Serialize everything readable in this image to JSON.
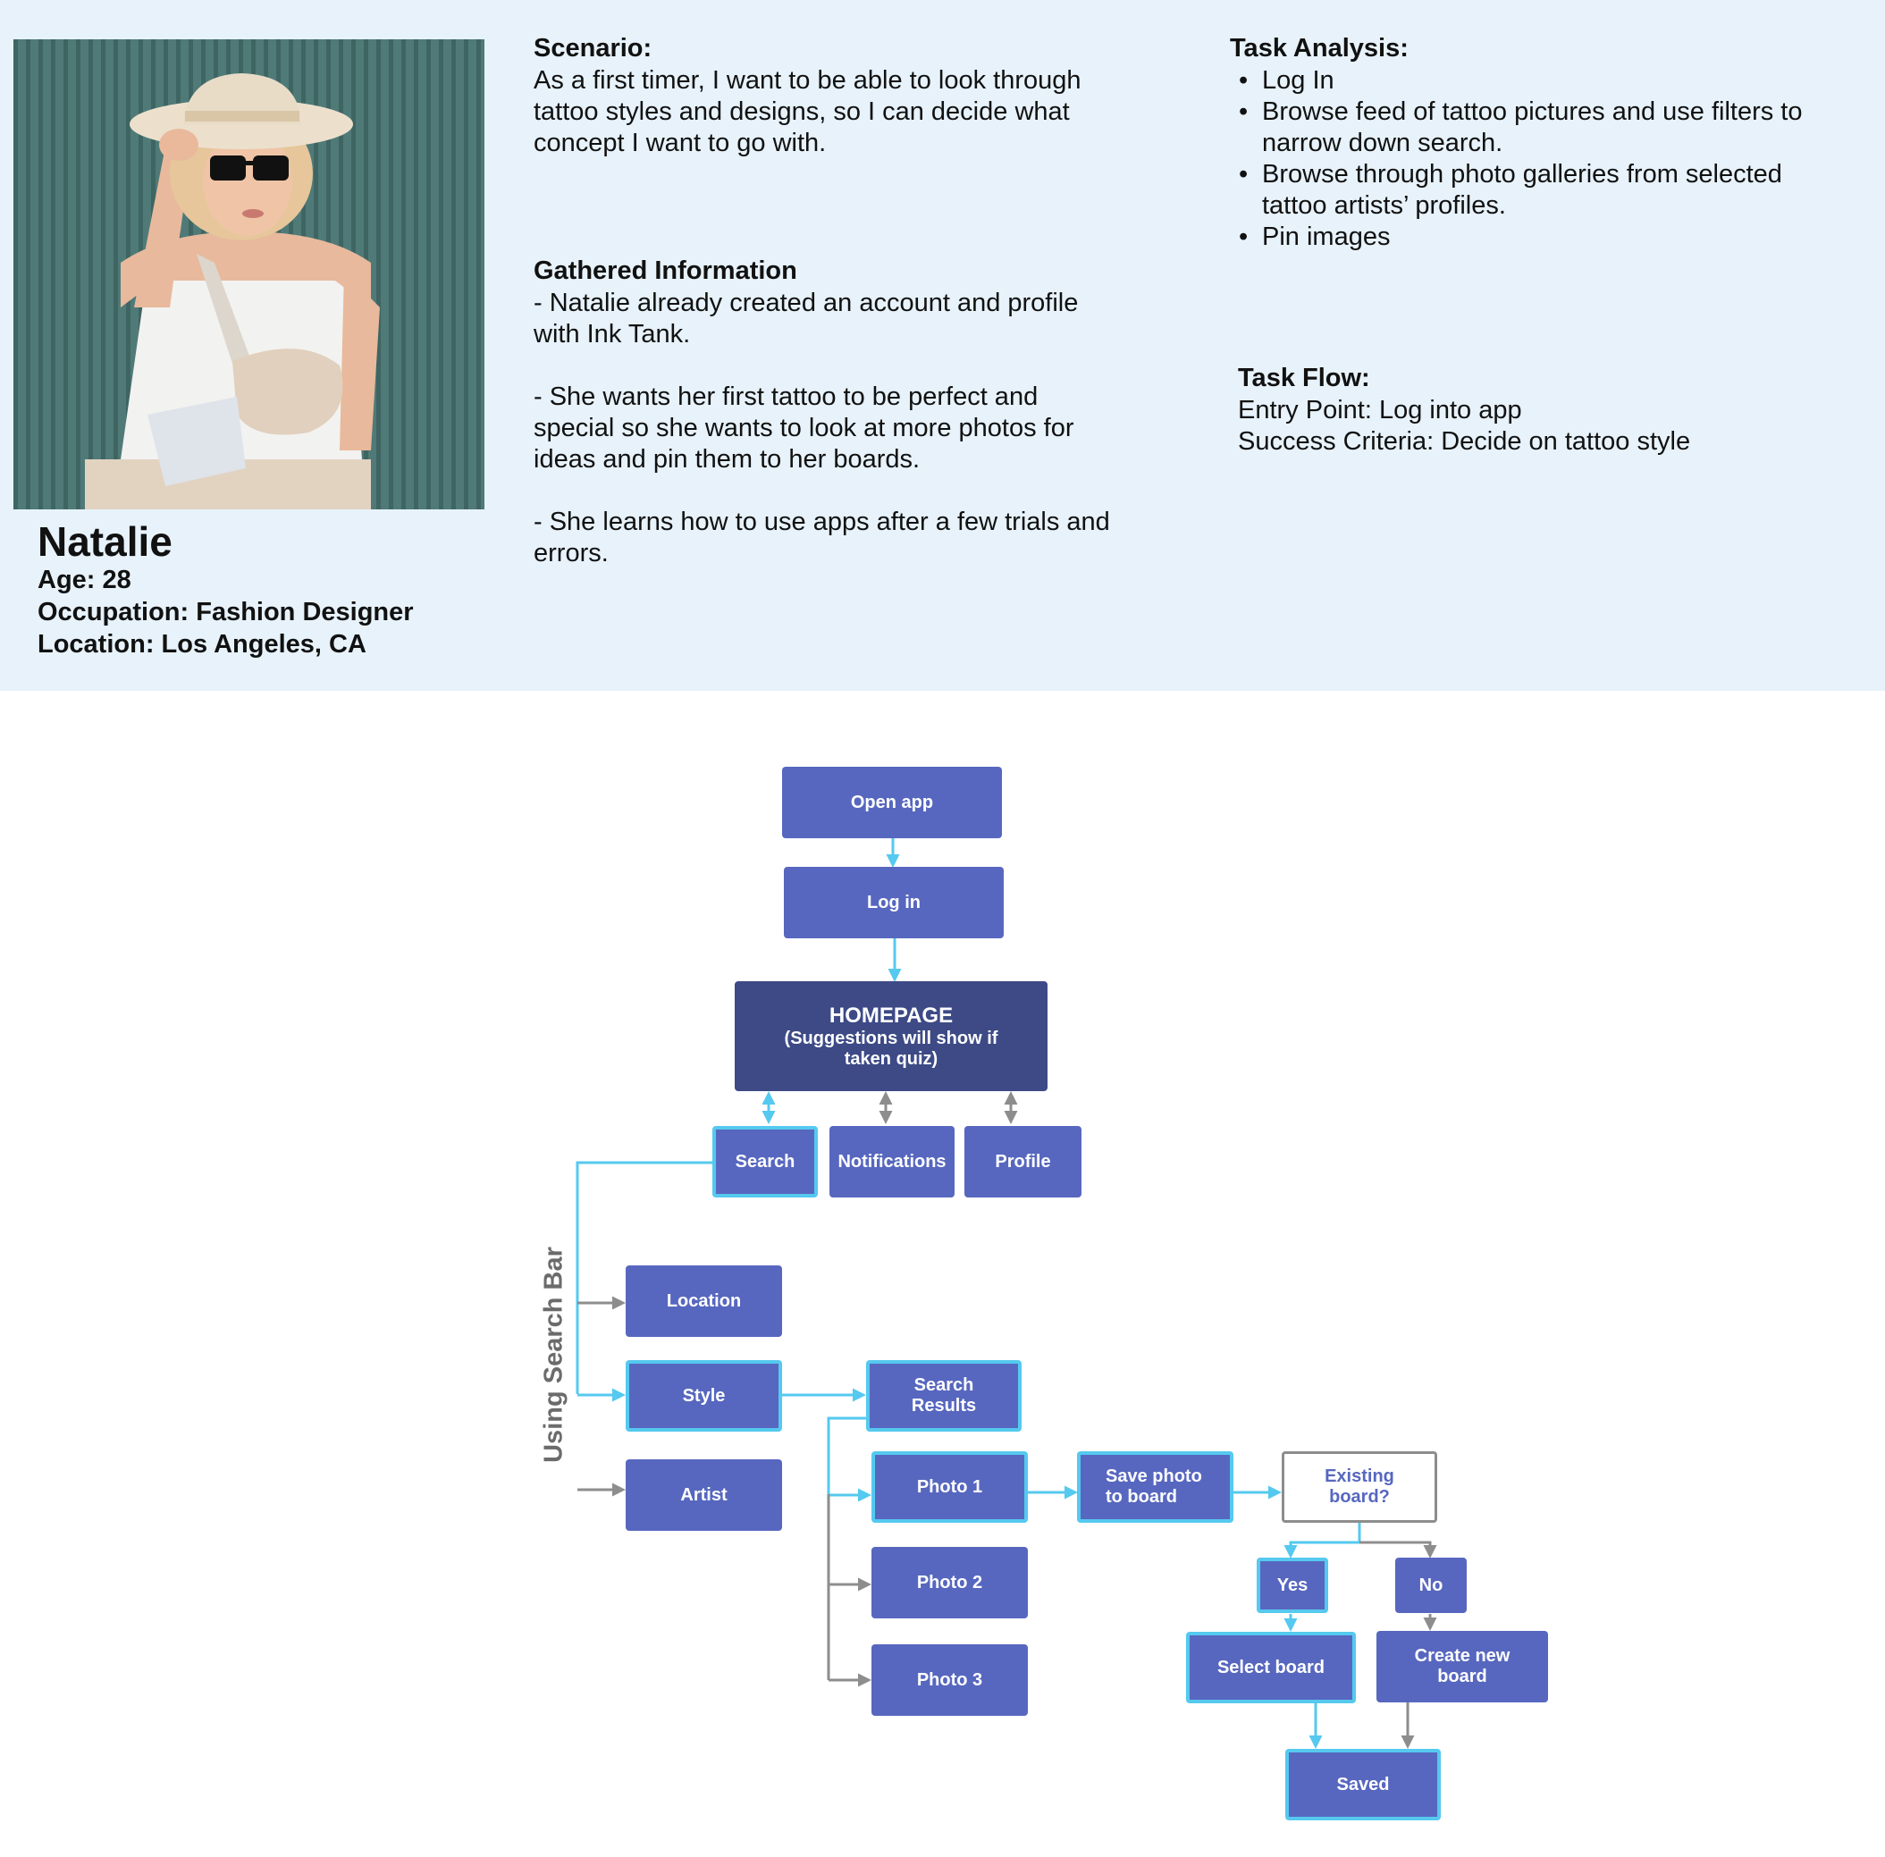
{
  "persona": {
    "name": "Natalie",
    "age": "Age: 28",
    "occupation": "Occupation: Fashion Designer",
    "location": "Location: Los Angeles, CA"
  },
  "scenario": {
    "heading": "Scenario:",
    "lines": [
      "As a first timer, I want to be able to look through",
      "tattoo styles and designs, so I can decide what",
      "concept I want to go with."
    ]
  },
  "gathered": {
    "heading": "Gathered Information",
    "items": [
      [
        "- Natalie already created an account and profile",
        "with Ink Tank."
      ],
      [
        "- She wants her first tattoo to be perfect and",
        "special so she wants to look at more photos for",
        "ideas and pin them to her boards."
      ],
      [
        "- She learns how to use apps after a few trials and",
        "errors."
      ]
    ]
  },
  "task_analysis": {
    "heading": "Task Analysis:",
    "items": [
      [
        "Log In"
      ],
      [
        "Browse feed of tattoo pictures and use filters to",
        "narrow down search."
      ],
      [
        "Browse through photo galleries from selected",
        "tattoo artists’ profiles."
      ],
      [
        "Pin images"
      ]
    ]
  },
  "task_flow": {
    "heading": "Task Flow:",
    "entry_point": "Entry Point: Log into app",
    "success_criteria": "Success Criteria: Decide on tattoo style"
  },
  "flow": {
    "open_app": "Open app",
    "log_in": "Log in",
    "homepage_title": "HOMEPAGE",
    "homepage_sub": [
      "(Suggestions will show if",
      "taken quiz)"
    ],
    "search": "Search",
    "notifications": "Notifications",
    "profile": "Profile",
    "using_search_bar": "Using Search Bar",
    "location": "Location",
    "style": "Style",
    "artist": "Artist",
    "search_results": [
      "Search",
      "Results"
    ],
    "photo_1": "Photo 1",
    "photo_2": "Photo 2",
    "photo_3": "Photo 3",
    "save_photo": [
      "Save photo",
      "to board"
    ],
    "existing_board": [
      "Existing",
      "board?"
    ],
    "yes": "Yes",
    "no": "No",
    "select_board": "Select board",
    "create_new_board": [
      "Create new",
      "board"
    ],
    "saved": "Saved"
  },
  "colors": {
    "panel_bg": "#e7f2fa",
    "node_fill": "#5767bf",
    "node_dark": "#3d4a86",
    "highlight_line": "#55c9ef",
    "grey_line": "#8d8d8d"
  }
}
